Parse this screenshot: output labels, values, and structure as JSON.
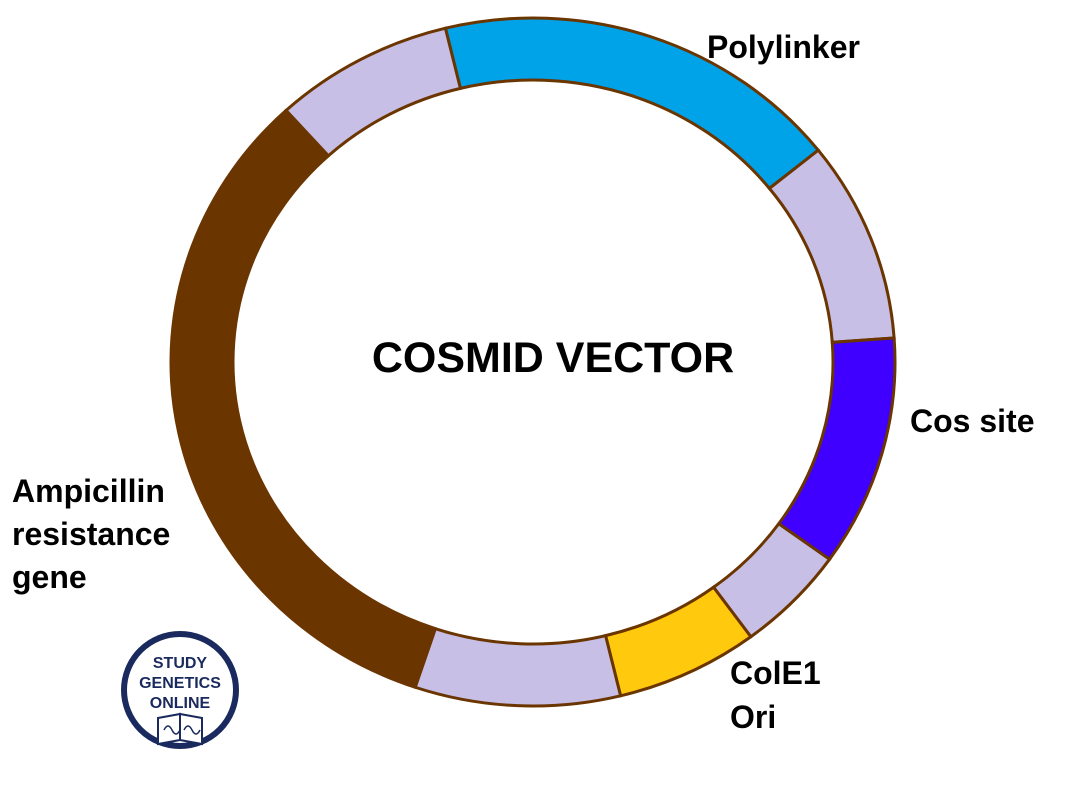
{
  "title": "COSMID VECTOR",
  "segments": [
    {
      "name": "segment-polylinker",
      "label": "Polylinker",
      "color": "#00a2e8"
    },
    {
      "name": "segment-spacer-1",
      "label": "",
      "color": "#c8bfe7"
    },
    {
      "name": "segment-cos-site",
      "label": "Cos site",
      "color": "#4000ff"
    },
    {
      "name": "segment-spacer-2",
      "label": "",
      "color": "#c8bfe7"
    },
    {
      "name": "segment-cole1-ori",
      "label": "ColE1 Ori",
      "color": "#ffc90e"
    },
    {
      "name": "segment-spacer-3",
      "label": "",
      "color": "#c8bfe7"
    },
    {
      "name": "segment-ampicillin",
      "label": "Ampicillin resistance gene",
      "color": "#6b3500"
    },
    {
      "name": "segment-spacer-4",
      "label": "",
      "color": "#c8bfe7"
    }
  ],
  "labels": {
    "polylinker": "Polylinker",
    "cos_site": "Cos site",
    "cole1_line1": "ColE1",
    "cole1_line2": "Ori",
    "amp_line1": "Ampicillin",
    "amp_line2": "resistance",
    "amp_line3": "gene"
  },
  "logo": {
    "line1": "STUDY",
    "line2": "GENETICS",
    "line3": "ONLINE"
  },
  "colors": {
    "outline": "#6b3500",
    "logo_ring": "#1a2a5e"
  }
}
